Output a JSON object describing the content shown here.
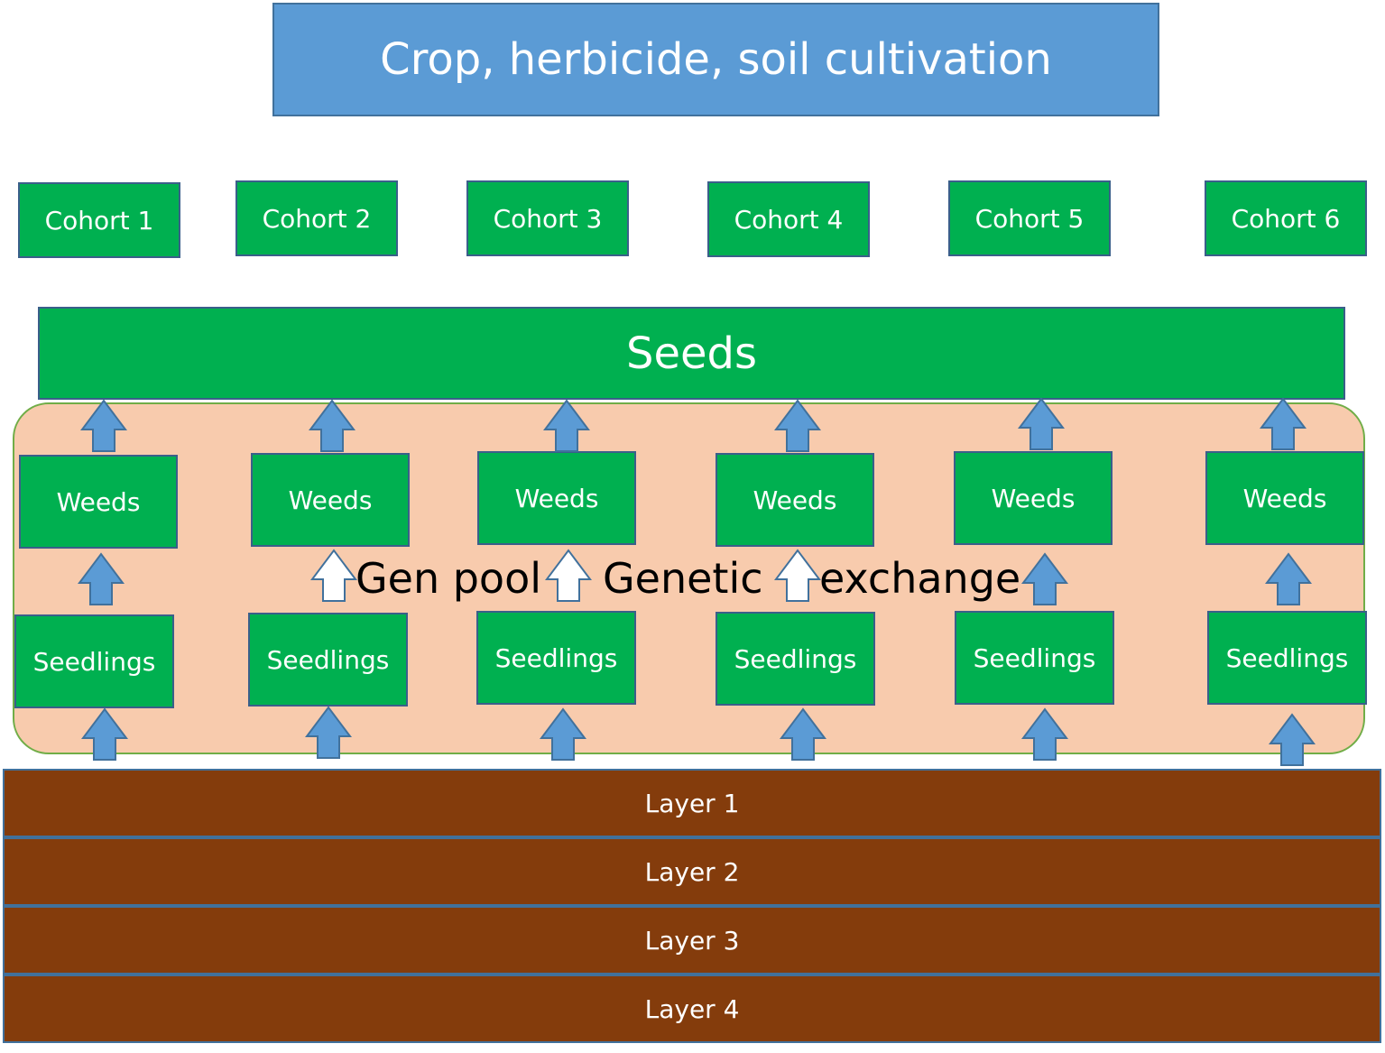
{
  "header": {
    "title": "Crop, herbicide, soil cultivation"
  },
  "cohorts": [
    "Cohort 1",
    "Cohort 2",
    "Cohort 3",
    "Cohort 4",
    "Cohort 5",
    "Cohort 6"
  ],
  "seeds": {
    "label": "Seeds"
  },
  "weeds": [
    "Weeds",
    "Weeds",
    "Weeds",
    "Weeds",
    "Weeds",
    "Weeds"
  ],
  "seedlings": [
    "Seedlings",
    "Seedlings",
    "Seedlings",
    "Seedlings",
    "Seedlings",
    "Seedlings"
  ],
  "gene_pool": {
    "label_1": "Gen pool",
    "label_2": "Genetic",
    "label_3": "exchange"
  },
  "soil_layers": [
    "Layer 1",
    "Layer 2",
    "Layer 3",
    "Layer 4"
  ],
  "colors": {
    "header_fill": "#5b9bd5",
    "green_fill": "#00b050",
    "pool_fill": "#f8cbad",
    "pool_border": "#70ad47",
    "soil_fill": "#843c0c",
    "arrow_fill": "#5b9bd5",
    "arrow_border": "#41719c"
  }
}
